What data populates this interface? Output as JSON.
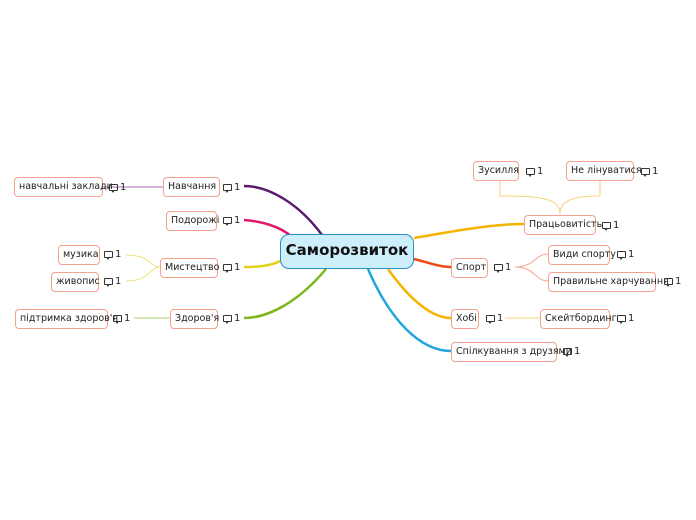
{
  "central": "Саморозвиток",
  "nodes": {
    "navchannia": "Навчання",
    "navchalni_zaklady": "навчальні заклади",
    "podorozhi": "Подорожі",
    "mystetstvo": "Мистецтво",
    "muzyka": "музика",
    "zhyvopys": "живопис",
    "zdorovia": "Здоров'я",
    "pidtrymka": "підтримка здоров'я",
    "pratsovytist": "Працьовитість",
    "zusyllia": "Зусилля",
    "ne_linuvatysia": "Не лінуватися",
    "sport": "Спорт",
    "vydy_sportu": "Види спорту",
    "kharchuvannia": "Правильне харчування",
    "khobi": "Хобі",
    "skeitbordyng": "Скейтбординг",
    "spilkuvannia": "Спілкування з друзями"
  },
  "comment_count": "1",
  "colors": {
    "branch_navchannia": "#5c1a6e",
    "branch_podorozhi": "#e0186c",
    "branch_mystetstvo": "#e6cf1a",
    "branch_zdorovia": "#7cb51c",
    "branch_pratsovytist": "#f4b400",
    "branch_sport": "#ef4a16",
    "branch_khobi": "#f4b400",
    "branch_spilkuvannia": "#1ea6df",
    "node_border": "#f4a28d",
    "central_fill": "#cdeffb",
    "central_border": "#2a8fc2"
  }
}
